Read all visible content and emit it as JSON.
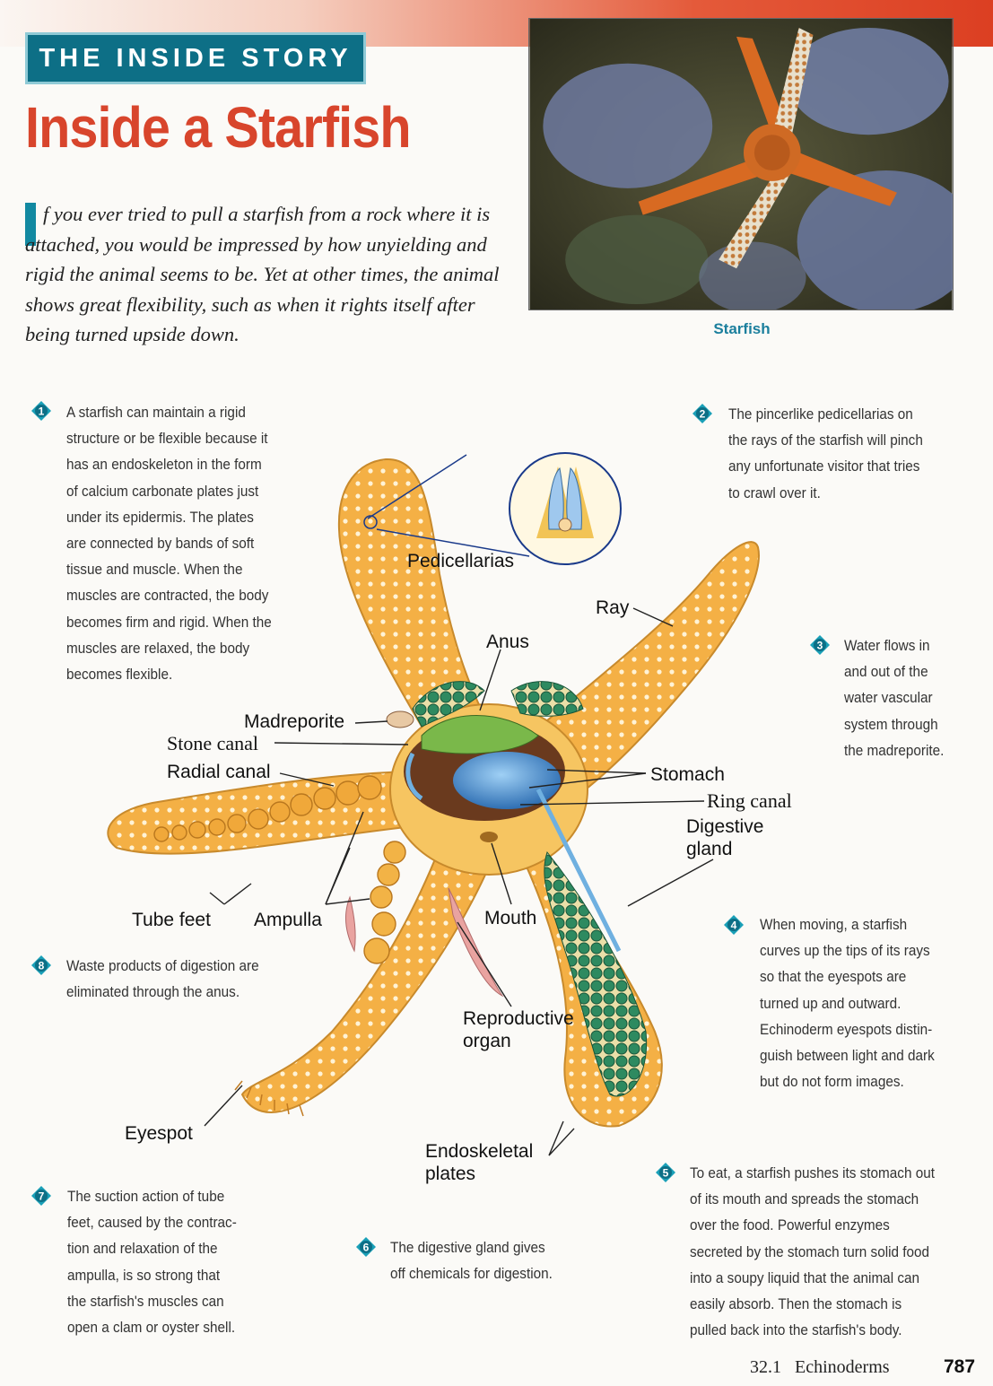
{
  "header": {
    "section_label": "THE INSIDE STORY",
    "title": "Inside a Starfish"
  },
  "intro": {
    "drop_letter": "I",
    "text": "f you ever tried to pull a starfish from a rock where it is attached, you would be impressed by how unyielding and rigid the animal seems to be. Yet at other times, the animal shows great flexibility, such as when it rights itself after being turned upside down."
  },
  "photo": {
    "caption": "Starfish"
  },
  "notes": [
    {
      "number": "1",
      "lines": [
        "A starfish can maintain a rigid",
        "structure or be flexible because it",
        "has an endoskeleton in the form",
        "of calcium carbonate plates just",
        "under its epidermis. The plates",
        "are connected by bands of soft",
        "tissue and muscle. When the",
        "muscles are contracted, the body",
        "becomes firm and rigid. When the",
        "muscles are relaxed, the body",
        "becomes flexible."
      ]
    },
    {
      "number": "2",
      "lines": [
        "The pincerlike pedicellarias on",
        "the rays of the starfish will pinch",
        "any unfortunate visitor that tries",
        "to crawl over it."
      ]
    },
    {
      "number": "3",
      "lines": [
        "Water flows in",
        "and out of the",
        "water vascular",
        "system through",
        "the madreporite."
      ]
    },
    {
      "number": "4",
      "lines": [
        "When moving, a starfish",
        "curves up the tips of its rays",
        "so that the eyespots are",
        "turned up and outward.",
        "Echinoderm eyespots distin-",
        "guish between light and dark",
        "but do not form images."
      ]
    },
    {
      "number": "5",
      "lines": [
        "To eat, a starfish pushes its stomach out",
        "of its mouth and spreads the stomach",
        "over the food. Powerful enzymes",
        "secreted by the stomach turn solid food",
        "into a soupy liquid that the animal can",
        "easily absorb. Then the stomach is",
        "pulled back into the starfish's body."
      ]
    },
    {
      "number": "6",
      "lines": [
        "The digestive gland gives",
        "off chemicals for digestion."
      ]
    },
    {
      "number": "7",
      "lines": [
        "The suction action of tube",
        "feet, caused by the contrac-",
        "tion and relaxation of the",
        "ampulla, is so strong that",
        "the starfish's muscles can",
        "open a clam or oyster shell."
      ]
    },
    {
      "number": "8",
      "lines": [
        "Waste products of digestion are",
        "eliminated through the anus."
      ]
    }
  ],
  "labels": {
    "pedicellarias": "Pedicellarias",
    "ray": "Ray",
    "anus": "Anus",
    "madreporite": "Madreporite",
    "stone_canal": "Stone canal",
    "radial_canal": "Radial canal",
    "stomach": "Stomach",
    "ring_canal": "Ring canal",
    "digestive_gland_1": "Digestive",
    "digestive_gland_2": "gland",
    "tube_feet": "Tube feet",
    "ampulla": "Ampulla",
    "mouth": "Mouth",
    "reproductive_1": "Reproductive",
    "reproductive_2": "organ",
    "eyespot": "Eyespot",
    "endoskeletal_1": "Endoskeletal",
    "endoskeletal_2": "plates"
  },
  "footer": {
    "section": "32.1",
    "chapter": "Echinoderms",
    "page": "787"
  },
  "colors": {
    "accent_red": "#d8452c",
    "accent_teal": "#0d6f86",
    "caption_blue": "#1b7f9d",
    "starfish_orange": "#f4b045",
    "gland_green": "#2e8a60",
    "stomach_blue": "#4a8fd0"
  }
}
